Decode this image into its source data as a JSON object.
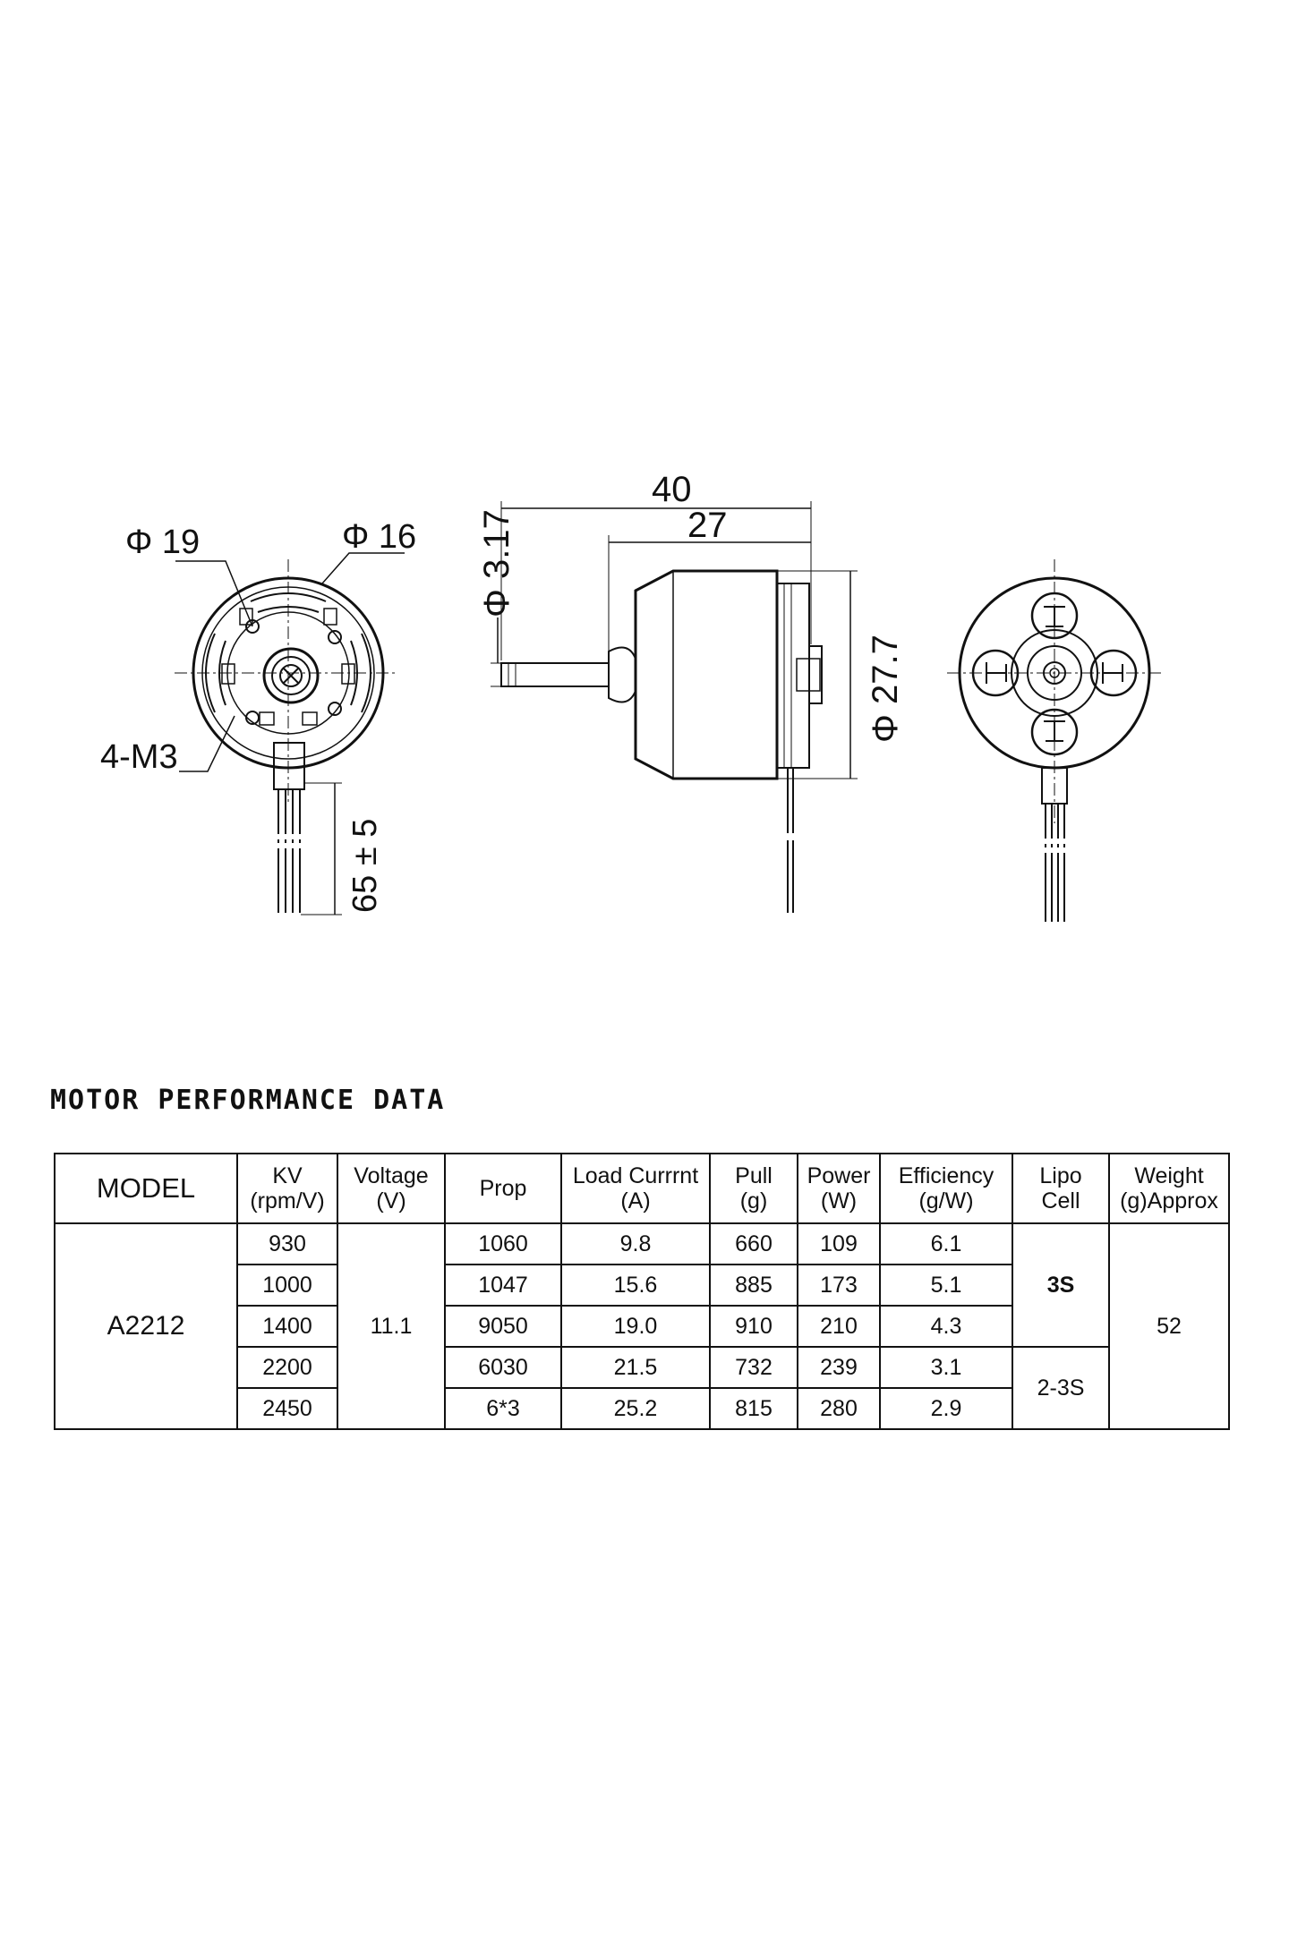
{
  "drawing": {
    "front_view": {
      "phi19": "Φ 19",
      "phi16": "Φ 16",
      "mount": "4-M3",
      "lead": "65 ± 5"
    },
    "side_view": {
      "shaft": "Φ 3.17",
      "length_total": "40",
      "length_body": "27",
      "diameter": "Φ 27.7"
    }
  },
  "performance": {
    "title": "MOTOR PERFORMANCE DATA",
    "headers": {
      "model": "MODEL",
      "kv": [
        "KV",
        "(rpm/V)"
      ],
      "voltage": [
        "Voltage",
        "(V)"
      ],
      "prop": "Prop",
      "current": [
        "Load Currrnt",
        "(A)"
      ],
      "pull": [
        "Pull",
        "(g)"
      ],
      "power": [
        "Power",
        "(W)"
      ],
      "efficiency": [
        "Efficiency",
        "(g/W)"
      ],
      "lipo": [
        "Lipo",
        "Cell"
      ],
      "weight": [
        "Weight",
        "(g)Approx"
      ]
    },
    "model": "A2212",
    "voltage": "11.1",
    "weight": "52",
    "lipo_a": "3S",
    "lipo_b": "2-3S",
    "rows": [
      {
        "kv": "930",
        "prop": "1060",
        "current": "9.8",
        "pull": "660",
        "power": "109",
        "efficiency": "6.1"
      },
      {
        "kv": "1000",
        "prop": "1047",
        "current": "15.6",
        "pull": "885",
        "power": "173",
        "efficiency": "5.1"
      },
      {
        "kv": "1400",
        "prop": "9050",
        "current": "19.0",
        "pull": "910",
        "power": "210",
        "efficiency": "4.3"
      },
      {
        "kv": "2200",
        "prop": "6030",
        "current": "21.5",
        "pull": "732",
        "power": "239",
        "efficiency": "3.1"
      },
      {
        "kv": "2450",
        "prop": "6*3",
        "current": "25.2",
        "pull": "815",
        "power": "280",
        "efficiency": "2.9"
      }
    ]
  }
}
